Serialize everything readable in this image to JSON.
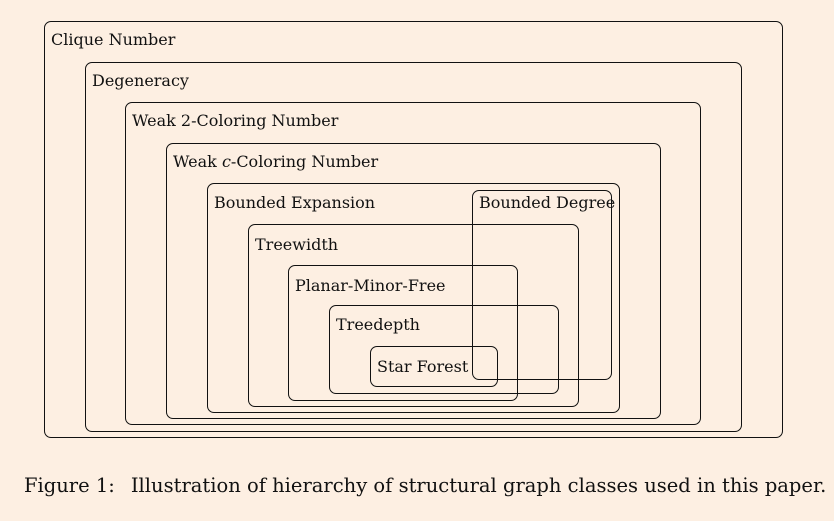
{
  "diagram": {
    "classes": {
      "clique_number": "Clique Number",
      "degeneracy": "Degeneracy",
      "weak_2_coloring_number": "Weak 2-Coloring Number",
      "weak_c_coloring_prefix": "Weak ",
      "weak_c_coloring_var": "c",
      "weak_c_coloring_suffix": "-Coloring Number",
      "bounded_expansion": "Bounded Expansion",
      "bounded_degree": "Bounded Degree",
      "treewidth": "Treewidth",
      "planar_minor_free": "Planar-Minor-Free",
      "treedepth": "Treedepth",
      "star_forest": "Star Forest"
    }
  },
  "caption": {
    "number": "Figure 1:",
    "text": "Illustration of hierarchy of structural graph classes used in this paper."
  }
}
